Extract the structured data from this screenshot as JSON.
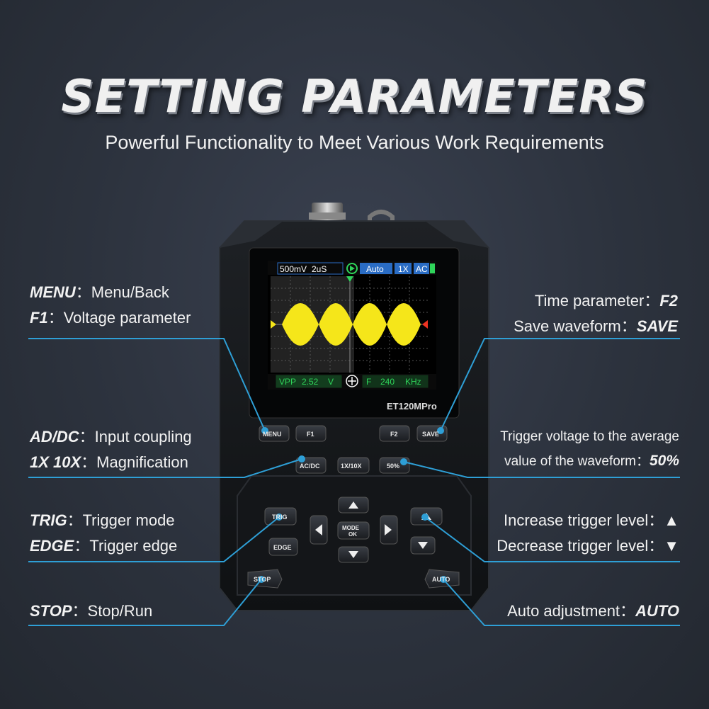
{
  "header": {
    "title": "SETTING PARAMETERS",
    "subtitle": "Powerful Functionality to Meet Various Work Requirements"
  },
  "device": {
    "model": "ET120MPro",
    "screen": {
      "volts_div": "500mV",
      "time_div": "2uS",
      "mode": "Auto",
      "probe": "1X",
      "coupling": "AC",
      "vpp_label": "VPP",
      "vpp_value": "2.52",
      "vpp_unit": "V",
      "freq_label": "F",
      "freq_value": "240",
      "freq_unit": "KHz"
    },
    "buttons": {
      "menu": "MENU",
      "f1": "F1",
      "f2": "F2",
      "save": "SAVE",
      "acdc": "AC/DC",
      "mag": "1X/10X",
      "fifty": "50%",
      "trig": "TRIG",
      "edge": "EDGE",
      "mode_ok_top": "MODE",
      "mode_ok_bottom": "OK",
      "stop": "STOP",
      "auto": "AUTO"
    }
  },
  "annotations": {
    "menu": {
      "key": "MENU",
      "text": "：Menu/Back"
    },
    "f1": {
      "key": "F1",
      "text": "：Voltage parameter"
    },
    "f2": {
      "text": "Time parameter：",
      "key": "F2"
    },
    "save": {
      "text": "Save waveform：",
      "key": "SAVE"
    },
    "acdc": {
      "key": "AD/DC",
      "text": "：Input coupling"
    },
    "mag": {
      "key": "1X 10X",
      "text": "：Magnification"
    },
    "fifty_line1": "Trigger voltage to the average",
    "fifty_line2": {
      "text": "value of the waveform：",
      "key": "50%"
    },
    "trig": {
      "key": "TRIG",
      "text": "：Trigger mode"
    },
    "edge": {
      "key": "EDGE",
      "text": "：Trigger edge"
    },
    "up": {
      "text": "Increase trigger level：",
      "key": "▲"
    },
    "down": {
      "text": "Decrease trigger level：",
      "key": "▼"
    },
    "stop": {
      "key": "STOP",
      "text": "：Stop/Run"
    },
    "auto": {
      "text": "Auto adjustment：",
      "key": "AUTO"
    }
  },
  "colors": {
    "accent": "#2e9fd6",
    "wave": "#f5e61a",
    "screen_bar": "#2a6cc4",
    "grip": "#1d7fd0"
  }
}
